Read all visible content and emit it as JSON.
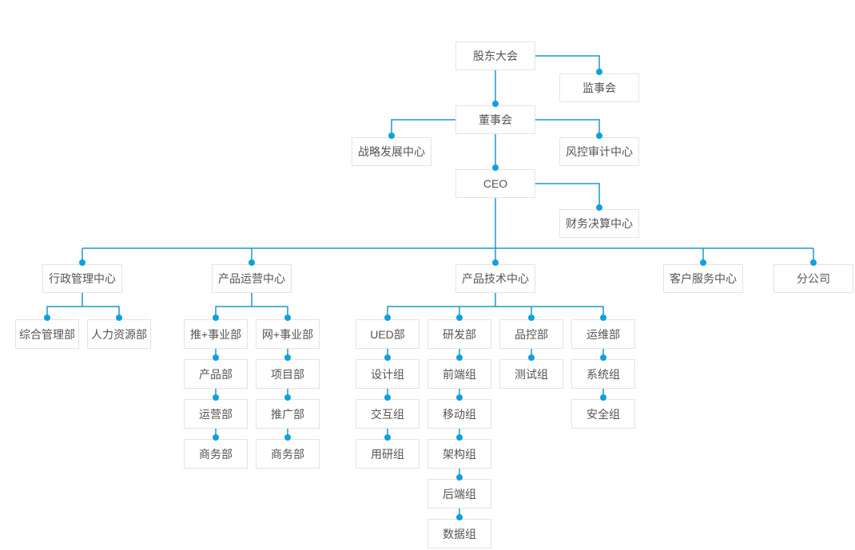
{
  "colors": {
    "line_color": "#1a98d2",
    "dot_color": "#10a0dc",
    "box_border_color": "#e3e3e3",
    "text_color": "#555555",
    "background_color": "#ffffff"
  },
  "nodes": {
    "shareholders": "股东大会",
    "supervisory": "监事会",
    "board": "董事会",
    "strategy_center": "战略发展中心",
    "risk_audit_center": "风控审计中心",
    "ceo": "CEO",
    "finance_center": "财务决算中心",
    "admin_center": "行政管理中心",
    "product_ops_center": "产品运营中心",
    "product_tech_center": "产品技术中心",
    "customer_service_center": "客户服务中心",
    "branch": "分公司",
    "general_mgmt": "综合管理部",
    "hr": "人力资源部",
    "tui_division": "推+事业部",
    "wang_division": "网+事业部",
    "product_dept": "产品部",
    "project_dept": "项目部",
    "operations_dept": "运营部",
    "promotion_dept": "推广部",
    "business_dept_1": "商务部",
    "business_dept_2": "商务部",
    "ued_dept": "UED部",
    "rd_dept": "研发部",
    "qc_dept": "品控部",
    "om_dept": "运维部",
    "design_group": "设计组",
    "frontend_group": "前端组",
    "testing_group": "测试组",
    "system_group": "系统组",
    "interaction_group": "交互组",
    "mobile_group": "移动组",
    "security_group": "安全组",
    "user_research_group": "用研组",
    "architecture_group": "架构组",
    "backend_group": "后端组",
    "data_group": "数据组"
  },
  "hierarchy": {
    "id": "shareholders",
    "children": [
      {
        "id": "supervisory"
      },
      {
        "id": "board",
        "children": [
          {
            "id": "strategy_center"
          },
          {
            "id": "risk_audit_center"
          },
          {
            "id": "ceo",
            "children": [
              {
                "id": "finance_center"
              },
              {
                "id": "admin_center",
                "children": [
                  {
                    "id": "general_mgmt"
                  },
                  {
                    "id": "hr"
                  }
                ]
              },
              {
                "id": "product_ops_center",
                "children": [
                  {
                    "id": "tui_division",
                    "children": [
                      {
                        "id": "product_dept"
                      },
                      {
                        "id": "operations_dept"
                      },
                      {
                        "id": "business_dept_1"
                      }
                    ]
                  },
                  {
                    "id": "wang_division",
                    "children": [
                      {
                        "id": "project_dept"
                      },
                      {
                        "id": "promotion_dept"
                      },
                      {
                        "id": "business_dept_2"
                      }
                    ]
                  }
                ]
              },
              {
                "id": "product_tech_center",
                "children": [
                  {
                    "id": "ued_dept",
                    "children": [
                      {
                        "id": "design_group"
                      },
                      {
                        "id": "interaction_group"
                      },
                      {
                        "id": "user_research_group"
                      }
                    ]
                  },
                  {
                    "id": "rd_dept",
                    "children": [
                      {
                        "id": "frontend_group"
                      },
                      {
                        "id": "mobile_group"
                      },
                      {
                        "id": "architecture_group"
                      },
                      {
                        "id": "backend_group"
                      },
                      {
                        "id": "data_group"
                      }
                    ]
                  },
                  {
                    "id": "qc_dept",
                    "children": [
                      {
                        "id": "testing_group"
                      }
                    ]
                  },
                  {
                    "id": "om_dept",
                    "children": [
                      {
                        "id": "system_group"
                      },
                      {
                        "id": "security_group"
                      }
                    ]
                  }
                ]
              },
              {
                "id": "customer_service_center"
              },
              {
                "id": "branch"
              }
            ]
          }
        ]
      }
    ]
  }
}
